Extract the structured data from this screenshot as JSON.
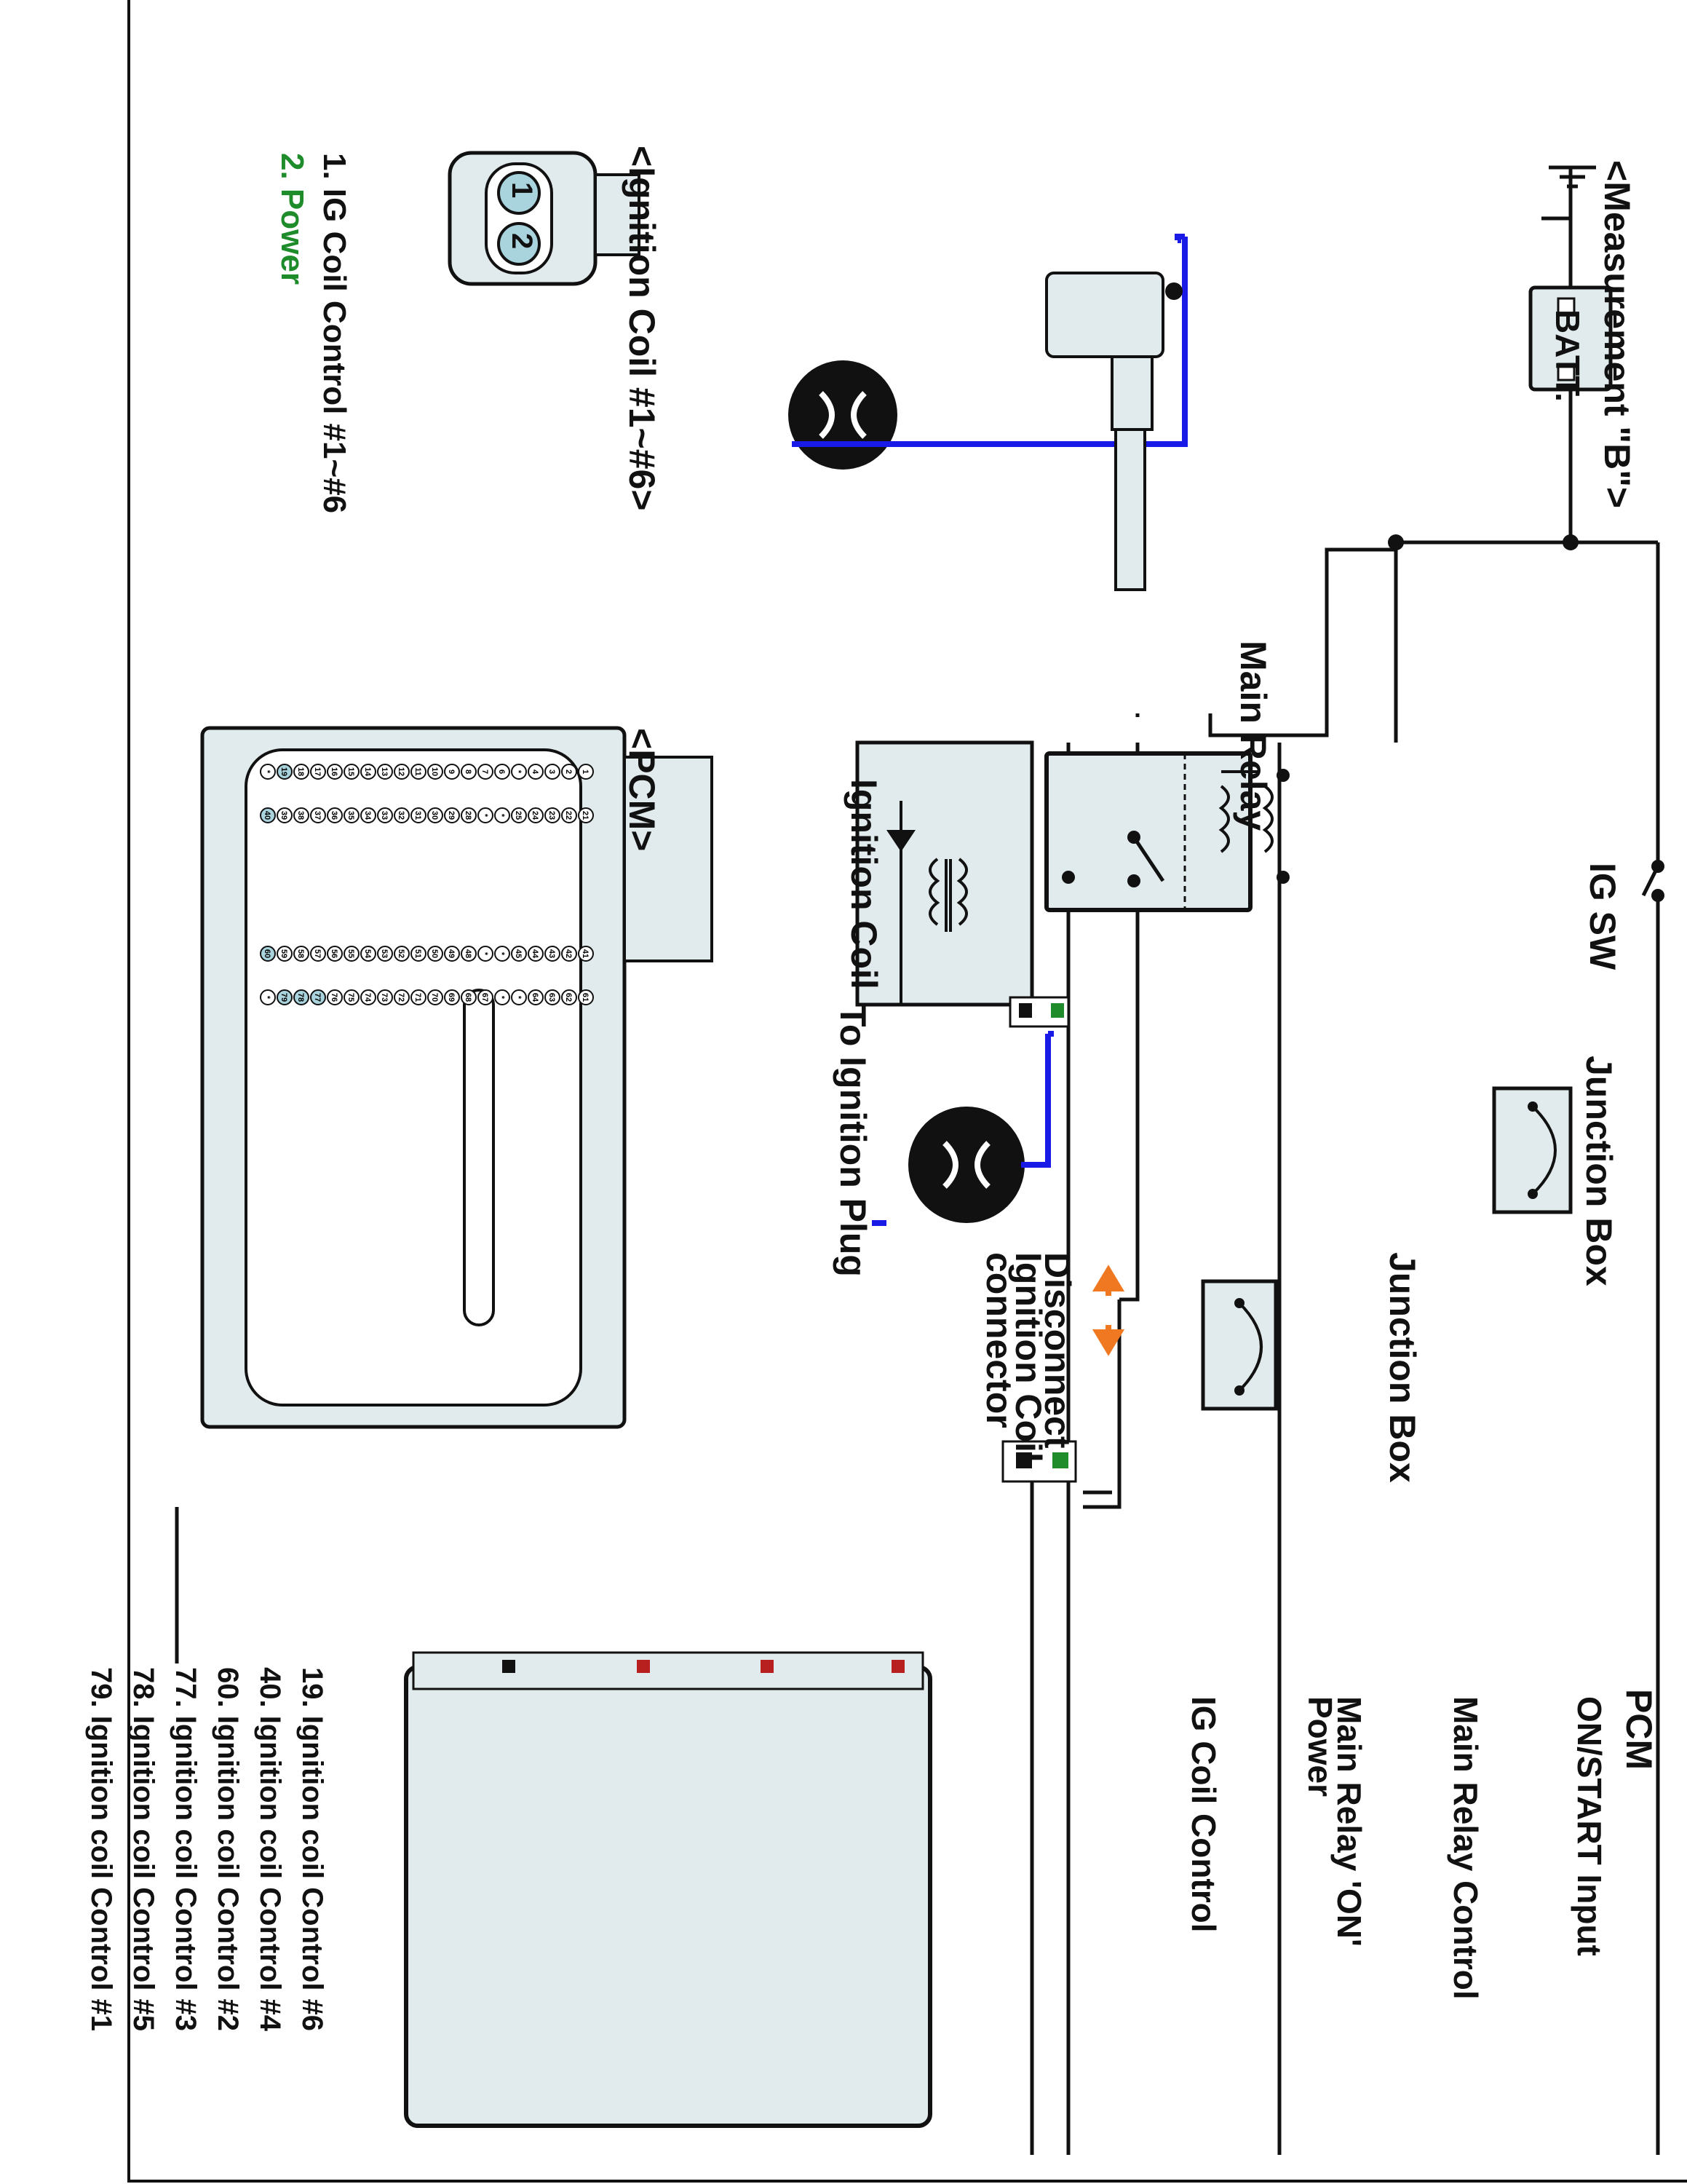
{
  "labels": {
    "measurement": "<Measurement \"B\">",
    "batt": "BATT.",
    "ig_sw": "IG SW",
    "main_relay": "Main Relay",
    "junction_box_1": "Junction Box",
    "junction_box_2": "Junction Box",
    "ignition_coil": "Ignition Coil",
    "to_ignition_plug": "To Ignition Plug",
    "disconnect": [
      "Disconnect",
      "Ignition Coil",
      "connector"
    ],
    "pcm_title": "PCM",
    "pcm_terminals": [
      "ON/START Input",
      "Main Relay Control",
      "Main Relay 'ON'",
      "Power",
      "IG Coil  Control"
    ],
    "ignition_coil_connector_title": "<Ignition Coil #1~#6>",
    "pcm_connector_title": "<PCM>",
    "coil_pin_1": "1",
    "coil_pin_2": "2"
  },
  "ignition_coil_pins": [
    {
      "text": "1. IG Coil  Control #1~#6",
      "color": "#111111"
    },
    {
      "text": "2. Power",
      "color": "#1e8c2a"
    }
  ],
  "pcm_pins": [
    "19. Ignition coil Control #6",
    "40. Ignition coil Control #4",
    "60. Ignition coil Control #2",
    "77. Ignition coil Control #3",
    "78. Ignition coil Control #5",
    "79. Ignition coil Control #1"
  ],
  "pcm_connector_rows": [
    [
      "*",
      "19",
      "18",
      "17",
      "16",
      "15",
      "14",
      "13",
      "12",
      "11",
      "10",
      "9",
      "8",
      "7",
      "6",
      "*",
      "4",
      "3",
      "2",
      "1"
    ],
    [
      "40",
      "39",
      "38",
      "37",
      "36",
      "35",
      "34",
      "33",
      "32",
      "31",
      "30",
      "29",
      "28",
      "*",
      "*",
      "25",
      "24",
      "23",
      "22",
      "21"
    ],
    [
      "60",
      "59",
      "58",
      "57",
      "56",
      "55",
      "54",
      "53",
      "52",
      "51",
      "50",
      "49",
      "48",
      "*",
      "*",
      "45",
      "44",
      "43",
      "42",
      "41"
    ],
    [
      "*",
      "79",
      "78",
      "77",
      "76",
      "75",
      "74",
      "73",
      "72",
      "71",
      "70",
      "69",
      "68",
      "67",
      "*",
      "*",
      "64",
      "63",
      "62",
      "61"
    ]
  ],
  "highlighted_pins": [
    "19",
    "40",
    "60",
    "77",
    "78",
    "79"
  ],
  "colors": {
    "wire": "#111111",
    "harness_wire": "#1a1ae6",
    "connector_fill": "#e1eaec",
    "pin_highlight": "#a9d3dd",
    "terminal_red": "#b81f1f",
    "terminal_green": "#1e8c2a",
    "arrow_orange": "#f07820"
  }
}
